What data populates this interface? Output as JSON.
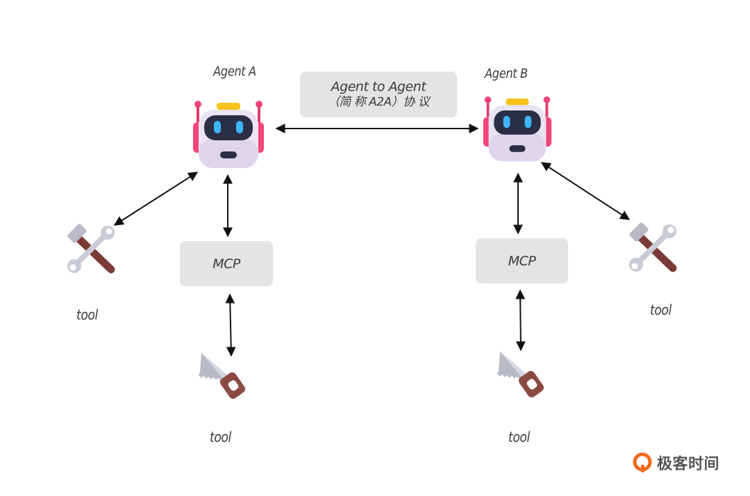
{
  "agents": {
    "a": {
      "label": "Agent A",
      "icon": "robot-icon"
    },
    "b": {
      "label": "Agent B",
      "icon": "robot-icon"
    }
  },
  "protocol": {
    "line1": "Agent to Agent",
    "line2": "（简 称  A2A）协 议"
  },
  "mcp": {
    "left": "MCP",
    "right": "MCP"
  },
  "tools": {
    "left_wrench": {
      "label": "tool",
      "icon": "hammer-wrench-icon"
    },
    "left_saw": {
      "label": "tool",
      "icon": "saw-icon"
    },
    "right_saw": {
      "label": "tool",
      "icon": "saw-icon"
    },
    "right_wrench": {
      "label": "tool",
      "icon": "hammer-wrench-icon"
    }
  },
  "brand": {
    "name": "极客时间",
    "icon": "geektime-logo-icon"
  },
  "colors": {
    "box": "#e4e4e4",
    "text": "#3a3a3a",
    "arrow": "#111111",
    "robot_face": "#e9e3f2",
    "robot_screen": "#2a2f45",
    "robot_eye": "#3fb4ff",
    "robot_accent": "#f2457a",
    "robot_antenna_top": "#f6c21b",
    "brand_orange": "#f26a1b"
  }
}
